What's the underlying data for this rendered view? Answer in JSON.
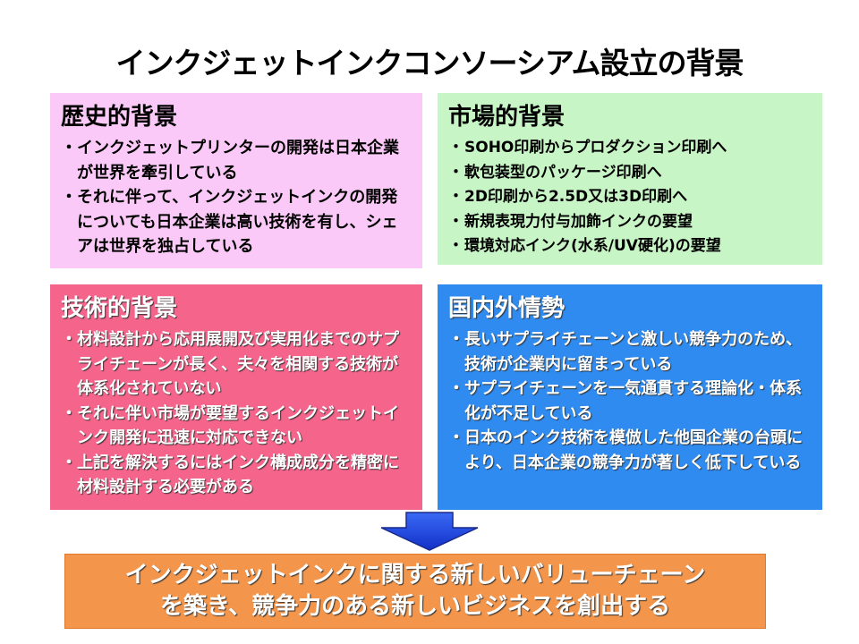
{
  "title": "インクジェットインクコンソーシアム設立の背景",
  "boxes": {
    "history": {
      "heading": "歴史的背景",
      "items": [
        "インクジェットプリンターの開発は日本企業が世界を牽引している",
        "それに伴って、インクジェットインクの開発についても日本企業は高い技術を有し、シェアは世界を独占している"
      ]
    },
    "market": {
      "heading": "市場的背景",
      "items": [
        "SOHO印刷からプロダクション印刷へ",
        "軟包装型のパッケージ印刷へ",
        "2D印刷から2.5D又は3D印刷へ",
        "新規表現力付与加飾インクの要望",
        "環境対応インク(水系/UV硬化)の要望"
      ]
    },
    "tech": {
      "heading": "技術的背景",
      "items": [
        "材料設計から応用展開及び実用化までのサプライチェーンが長く、夫々を相関する技術が体系化されていない",
        "それに伴い市場が要望するインクジェットインク開発に迅速に対応できない",
        "上記を解決するにはインク構成成分を精密に材料設計する必要がある"
      ]
    },
    "domestic": {
      "heading": "国内外情勢",
      "items": [
        "長いサプライチェーンと激しい競争力のため、技術が企業内に留まっている",
        "サプライチェーンを一気通貫する理論化・体系化が不足している",
        "日本のインク技術を模倣した他国企業の台頭により、日本企業の競争力が著しく低下している"
      ]
    }
  },
  "result": {
    "line1": "インクジェットインクに関する新しいバリューチェーン",
    "line2": "を築き、競争力のある新しいビジネスを創出する"
  },
  "colors": {
    "history_bg": "#fbc9f7",
    "market_bg": "#c8f5c5",
    "tech_bg": "#f5648b",
    "domestic_bg": "#2f8bf0",
    "result_bg": "#f3954a",
    "arrow": "#1a3fe0"
  },
  "icons": {
    "arrow": "down-arrow-icon"
  }
}
